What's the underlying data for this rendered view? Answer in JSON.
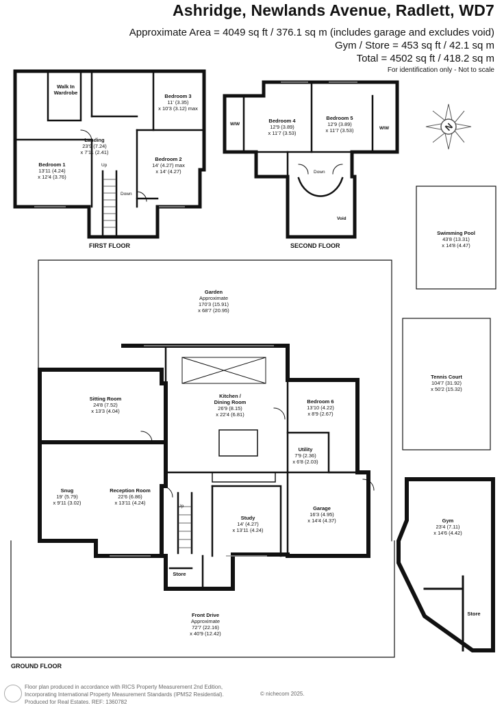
{
  "header": {
    "title": "Ashridge, Newlands Avenue, Radlett, WD7",
    "area_line1": "Approximate Area = 4049 sq ft / 376.1 sq m (includes garage and excludes void)",
    "area_line2": "Gym / Store = 453 sq ft / 42.1 sq m",
    "area_line3": "Total = 4502 sq ft / 418.2 sq m",
    "note": "For identification only - Not to scale"
  },
  "floors": {
    "first": "FIRST FLOOR",
    "second": "SECOND FLOOR",
    "ground": "GROUND FLOOR"
  },
  "rooms": {
    "walk_in_wardrobe": {
      "name": "Walk In\nWardrobe"
    },
    "bedroom3": {
      "name": "Bedroom 3",
      "dims": "11' (3.35)\nx 10'3 (3.12) max"
    },
    "landing": {
      "name": "Landing",
      "dims": "23'9 (7.24)\nx 7'11 (2.41)"
    },
    "bedroom1": {
      "name": "Bedroom 1",
      "dims": "13'11 (4.24)\nx 12'4 (3.76)"
    },
    "bedroom2": {
      "name": "Bedroom 2",
      "dims": "14' (4.27) max\nx 14' (4.27)"
    },
    "bedroom4": {
      "name": "Bedroom 4",
      "dims": "12'9 (3.89)\nx 11'7 (3.53)"
    },
    "bedroom5": {
      "name": "Bedroom 5",
      "dims": "12'9 (3.89)\nx 11'7 (3.53)"
    },
    "swimming_pool": {
      "name": "Swimming Pool",
      "dims": "43'8 (13.31)\nx 14'8 (4.47)"
    },
    "garden": {
      "name": "Garden",
      "dims": "Approximate\n170'3 (15.91)\nx 68'7 (20.95)"
    },
    "tennis_court": {
      "name": "Tennis Court",
      "dims": "104'7 (31.92)\nx 50'2 (15.32)"
    },
    "sitting_room": {
      "name": "Sitting Room",
      "dims": "24'8 (7.52)\nx 13'3 (4.04)"
    },
    "kitchen": {
      "name": "Kitchen /\nDining Room",
      "dims": "26'9 (8.15)\nx 22'4 (6.81)"
    },
    "bedroom6": {
      "name": "Bedroom 6",
      "dims": "13'10 (4.22)\nx 8'9 (2.67)"
    },
    "utility": {
      "name": "Utility",
      "dims": "7'9 (2.36)\nx 6'8 (2.03)"
    },
    "snug": {
      "name": "Snug",
      "dims": "19' (5.79)\nx 9'11 (3.02)"
    },
    "reception": {
      "name": "Reception Room",
      "dims": "22'6 (6.86)\nx 13'11 (4.24)"
    },
    "study": {
      "name": "Study",
      "dims": "14' (4.27)\nx 13'11 (4.24)"
    },
    "garage": {
      "name": "Garage",
      "dims": "16'3 (4.95)\nx 14'4 (4.37)"
    },
    "gym": {
      "name": "Gym",
      "dims": "23'4 (7.11)\nx 14'6 (4.42)"
    },
    "store_ground": {
      "name": "Store"
    },
    "store_gym": {
      "name": "Store"
    },
    "front_drive": {
      "name": "Front Drive",
      "dims": "Approximate\n72'7 (22.16)\nx 40'9 (12.42)"
    }
  },
  "small_labels": {
    "wiw_left": "WIW",
    "wiw_right": "WIW",
    "void": "Void",
    "up_first": "Up",
    "down_first": "Down",
    "down_second": "Down",
    "up_ground": "Up"
  },
  "footer": {
    "line1": "Floor plan produced in accordance with RICS Property Measurement 2nd Edition,",
    "line2": "Incorporating International Property Measurement Standards (IPMS2 Residential).",
    "line3": "Produced for Real Estates.   REF:  1360782",
    "copyright": "© nichecom 2025."
  },
  "icons": {
    "compass": "north-compass-icon",
    "logo": "nichecom-logo-icon"
  }
}
